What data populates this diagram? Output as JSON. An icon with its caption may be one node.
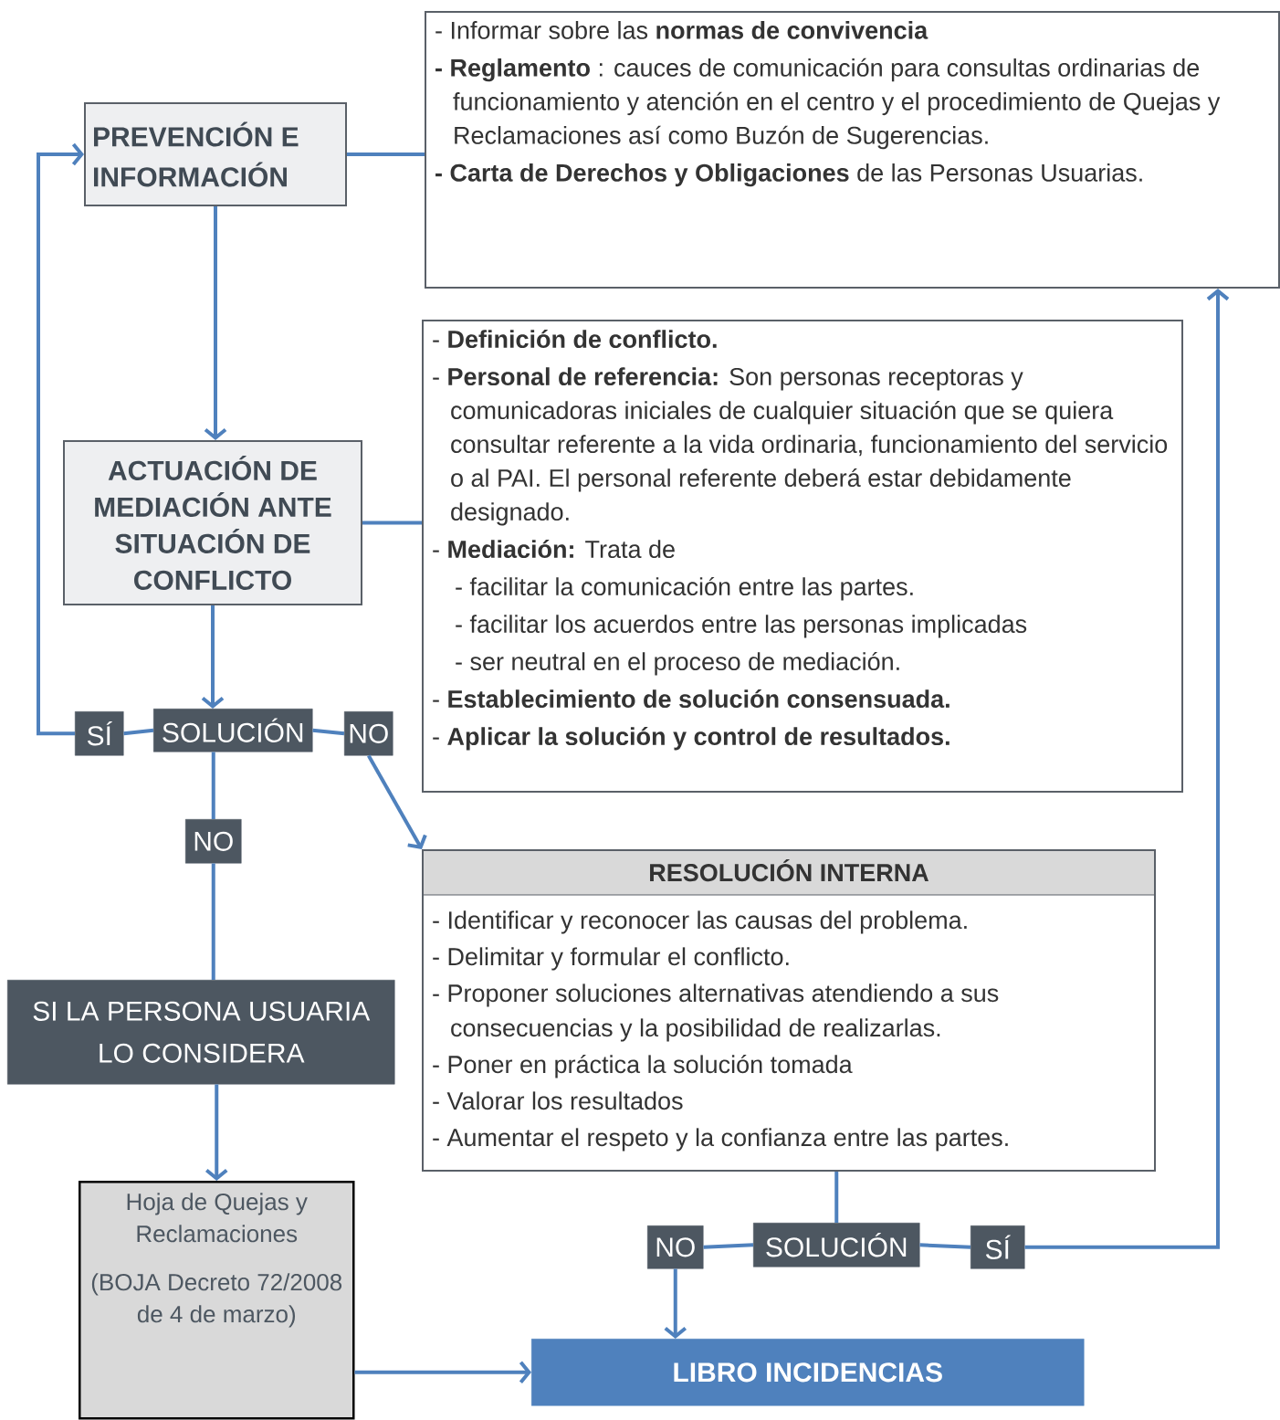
{
  "diagram": {
    "nodes": [
      {
        "text": [
          "PREVENCIÓN E INFORMACIÓN"
        ]
      },
      {
        "text": [
          "- Informar sobre las **normas de convivencia**",
          "**- Reglamento** : cauces de comunicación para consultas ordinarias de funcionamiento y atención en el centro y el procedimiento de Quejas y Reclamaciones así como Buzón de Sugerencias.",
          "**- Carta de Derechos y Obligaciones** de las Personas Usuarias."
        ]
      },
      {
        "text": [
          "ACTUACIÓN DE MEDIACIÓN ANTE SITUACIÓN DE CONFLICTO"
        ]
      },
      {
        "text": [
          "- **Definición de conflicto.**",
          "- **Personal de referencia:** Son personas receptoras y comunicadoras iniciales de cualquier situación que se quiera consultar referente a la vida ordinaria, funcionamiento del servicio o al PAI. El personal referente deberá estar debidamente designado.",
          "- **Mediación:** Trata de",
          "- facilitar la comunicación entre las partes.",
          "- facilitar los acuerdos entre las personas implicadas",
          "- ser neutral en el proceso de mediación.",
          "- **Establecimiento de solución consensuada.**",
          "- **Aplicar la solución y control de resultados.**"
        ]
      },
      {
        "text": [
          "SÍ"
        ]
      },
      {
        "text": [
          "SOLUCIÓN"
        ]
      },
      {
        "text": [
          "NO"
        ]
      },
      {
        "text": [
          "NO"
        ]
      },
      {
        "text": [
          "RESOLUCIÓN INTERNA",
          "- Identificar y reconocer las causas del problema.",
          "- Delimitar y formular el conflicto.",
          "- Proponer soluciones alternativas atendiendo a sus consecuencias y la posibilidad de realizarlas.",
          "- Poner en práctica la solución tomada",
          "- Valorar los resultados",
          "- Aumentar el respeto y la confianza entre las partes."
        ]
      },
      {
        "text": [
          "SI LA PERSONA USUARIA LO CONSIDERA"
        ]
      },
      {
        "text": [
          "Hoja de Quejas y Reclamaciones",
          "(BOJA Decreto 72/2008 de 4 de marzo)"
        ]
      },
      {
        "text": [
          "NO"
        ]
      },
      {
        "text": [
          "SOLUCIÓN"
        ]
      },
      {
        "text": [
          "SÍ"
        ]
      },
      {
        "text": [
          "LIBRO INCIDENCIAS"
        ]
      }
    ],
    "edges": [
      {
        "from": 0,
        "to": 1,
        "arrow": "none"
      },
      {
        "from": 0,
        "to": 2,
        "arrow": "to"
      },
      {
        "from": 2,
        "to": 3,
        "arrow": "none"
      },
      {
        "from": 2,
        "to": 5,
        "arrow": "to"
      },
      {
        "from": 5,
        "to": 4,
        "arrow": "none"
      },
      {
        "from": 4,
        "to": 0,
        "arrow": "to"
      },
      {
        "from": 5,
        "to": 6,
        "arrow": "none"
      },
      {
        "from": 6,
        "to": 8,
        "arrow": "to"
      },
      {
        "from": 5,
        "to": 7,
        "arrow": "none"
      },
      {
        "from": 7,
        "to": 9,
        "arrow": "none"
      },
      {
        "from": 9,
        "to": 10,
        "arrow": "to"
      },
      {
        "from": 10,
        "to": 14,
        "arrow": "to"
      },
      {
        "from": 8,
        "to": 12,
        "arrow": "none"
      },
      {
        "from": 12,
        "to": 11,
        "arrow": "none"
      },
      {
        "from": 11,
        "to": 14,
        "arrow": "to"
      },
      {
        "from": 12,
        "to": 13,
        "arrow": "none"
      },
      {
        "from": 13,
        "to": 1,
        "arrow": "to"
      }
    ]
  }
}
